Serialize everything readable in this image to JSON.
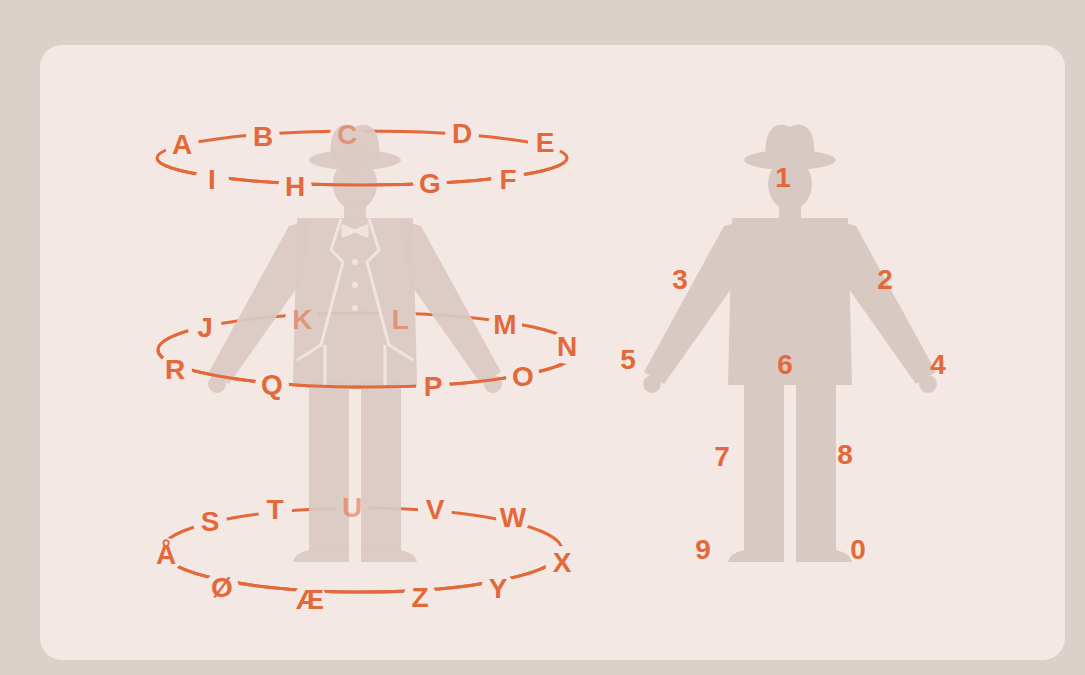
{
  "diagram": {
    "labels": [
      "A",
      "B",
      "C",
      "D",
      "E",
      "I",
      "H",
      "G",
      "F",
      "J",
      "K",
      "L",
      "M",
      "N",
      "R",
      "Q",
      "P",
      "O",
      "S",
      "T",
      "U",
      "V",
      "W",
      "X",
      "Å",
      "Ø",
      "Æ",
      "Z",
      "Y",
      "1",
      "3",
      "2",
      "5",
      "6",
      "4",
      "7",
      "8",
      "9",
      "0"
    ]
  }
}
